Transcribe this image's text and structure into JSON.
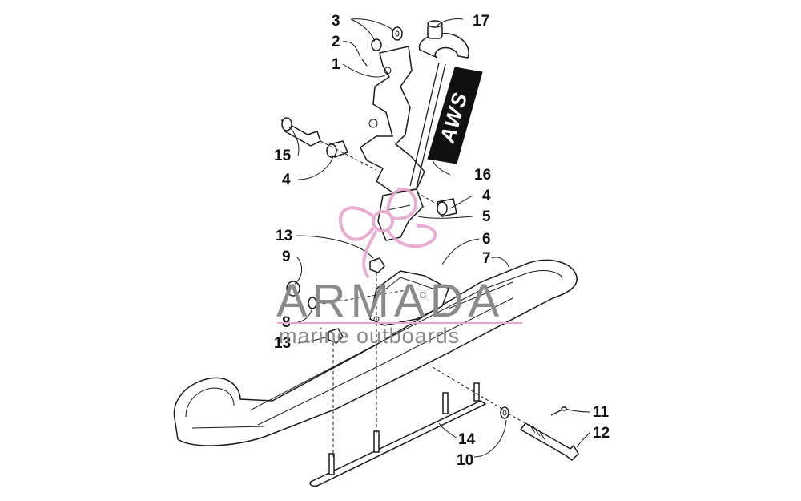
{
  "callouts": {
    "c1": "1",
    "c2": "2",
    "c3": "3",
    "c4a": "4",
    "c4b": "4",
    "c5": "5",
    "c6": "6",
    "c7": "7",
    "c8": "8",
    "c9": "9",
    "c10": "10",
    "c11": "11",
    "c12": "12",
    "c13a": "13",
    "c13b": "13",
    "c14": "14",
    "c15": "15",
    "c16": "16",
    "c17": "17"
  },
  "decal_text": "AWS",
  "watermark": {
    "title": "ARMADA",
    "subtitle": "marine outboards",
    "accent_color": "#e8a6cf",
    "text_color": "#8a8a8a"
  }
}
